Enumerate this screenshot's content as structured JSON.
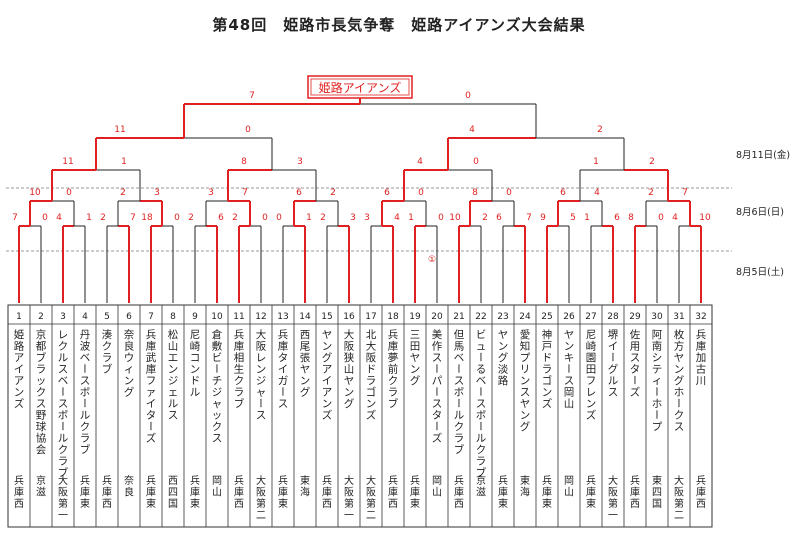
{
  "title": "第48回　姫路市長気争奪　姫路アイアンズ大会結果",
  "champion": "姫路アイアンズ",
  "dates": [
    "8月11日(金)",
    "8月6日(日)",
    "8月5日(土)"
  ],
  "mark": "①",
  "teams": [
    {
      "no": "1",
      "name": "姫路アイアンズ",
      "region": "兵庫西"
    },
    {
      "no": "2",
      "name": "京都ブラックス野球協会",
      "region": "京滋"
    },
    {
      "no": "3",
      "name": "レクルスベースボールクラブ",
      "region": "大阪第一"
    },
    {
      "no": "4",
      "name": "丹波ベースボールクラブ",
      "region": "兵庫東"
    },
    {
      "no": "5",
      "name": "湊クラブ",
      "region": "兵庫西"
    },
    {
      "no": "6",
      "name": "奈良ウィング",
      "region": "奈良"
    },
    {
      "no": "7",
      "name": "兵庫武庫ファイターズ",
      "region": "兵庫東"
    },
    {
      "no": "8",
      "name": "松山エンジェルス",
      "region": "西四国"
    },
    {
      "no": "9",
      "name": "尼崎コンドル",
      "region": "兵庫東"
    },
    {
      "no": "10",
      "name": "倉敷ビーチジャックス",
      "region": "岡山"
    },
    {
      "no": "11",
      "name": "兵庫相生クラブ",
      "region": "兵庫西"
    },
    {
      "no": "12",
      "name": "大阪レンジャース",
      "region": "大阪第二"
    },
    {
      "no": "13",
      "name": "兵庫タイガース",
      "region": "兵庫東"
    },
    {
      "no": "14",
      "name": "西尾張ヤング",
      "region": "東海"
    },
    {
      "no": "15",
      "name": "ヤングアイアンズ",
      "region": "兵庫西"
    },
    {
      "no": "16",
      "name": "大阪狭山ヤング",
      "region": "大阪第一"
    },
    {
      "no": "17",
      "name": "北大阪ドラゴンズ",
      "region": "大阪第二"
    },
    {
      "no": "18",
      "name": "兵庫夢前クラブ",
      "region": "兵庫西"
    },
    {
      "no": "19",
      "name": "三田ヤング",
      "region": "兵庫東"
    },
    {
      "no": "20",
      "name": "美作スーパースターズ",
      "region": "岡山"
    },
    {
      "no": "21",
      "name": "但馬ベースボールクラブ",
      "region": "兵庫西"
    },
    {
      "no": "22",
      "name": "ビューるベースボールクラブ",
      "region": "京滋"
    },
    {
      "no": "23",
      "name": "ヤング淡路",
      "region": "兵庫東"
    },
    {
      "no": "24",
      "name": "愛知プリンスヤング",
      "region": "東海"
    },
    {
      "no": "25",
      "name": "神戸ドラゴンズ",
      "region": "兵庫東"
    },
    {
      "no": "26",
      "name": "ヤンキース岡山",
      "region": "岡山"
    },
    {
      "no": "27",
      "name": "尼崎園田フレンズ",
      "region": "兵庫東"
    },
    {
      "no": "28",
      "name": "堺イーグルス",
      "region": "大阪第一"
    },
    {
      "no": "29",
      "name": "佐用スターズ",
      "region": "兵庫西"
    },
    {
      "no": "30",
      "name": "阿南シティーホープ",
      "region": "東四国"
    },
    {
      "no": "31",
      "name": "枚方ヤングホークス",
      "region": "大阪第二"
    },
    {
      "no": "32",
      "name": "兵庫加古川",
      "region": "兵庫西"
    }
  ],
  "rounds": [
    [
      [
        7,
        0
      ],
      [
        4,
        1
      ],
      [
        2,
        7
      ],
      [
        18,
        0
      ],
      [
        2,
        6
      ],
      [
        2,
        0
      ],
      [
        0,
        1
      ],
      [
        2,
        3
      ],
      [
        3,
        4
      ],
      [
        1,
        0
      ],
      [
        10,
        2
      ],
      [
        6,
        7
      ],
      [
        9,
        5
      ],
      [
        1,
        6
      ],
      [
        8,
        0
      ],
      [
        4,
        10
      ]
    ],
    [
      [
        10,
        0
      ],
      [
        2,
        3
      ],
      [
        3,
        7
      ],
      [
        6,
        2
      ],
      [
        6,
        0
      ],
      [
        8,
        0
      ],
      [
        6,
        4
      ],
      [
        2,
        7
      ]
    ],
    [
      [
        11,
        1
      ],
      [
        8,
        3
      ],
      [
        4,
        0
      ],
      [
        1,
        2
      ]
    ],
    [
      [
        11,
        0
      ],
      [
        4,
        2
      ]
    ],
    [
      [
        7,
        0
      ]
    ]
  ],
  "colors": {
    "win": "#e02020",
    "lose": "#222222",
    "dash": "#999999",
    "frame": "#333333"
  }
}
